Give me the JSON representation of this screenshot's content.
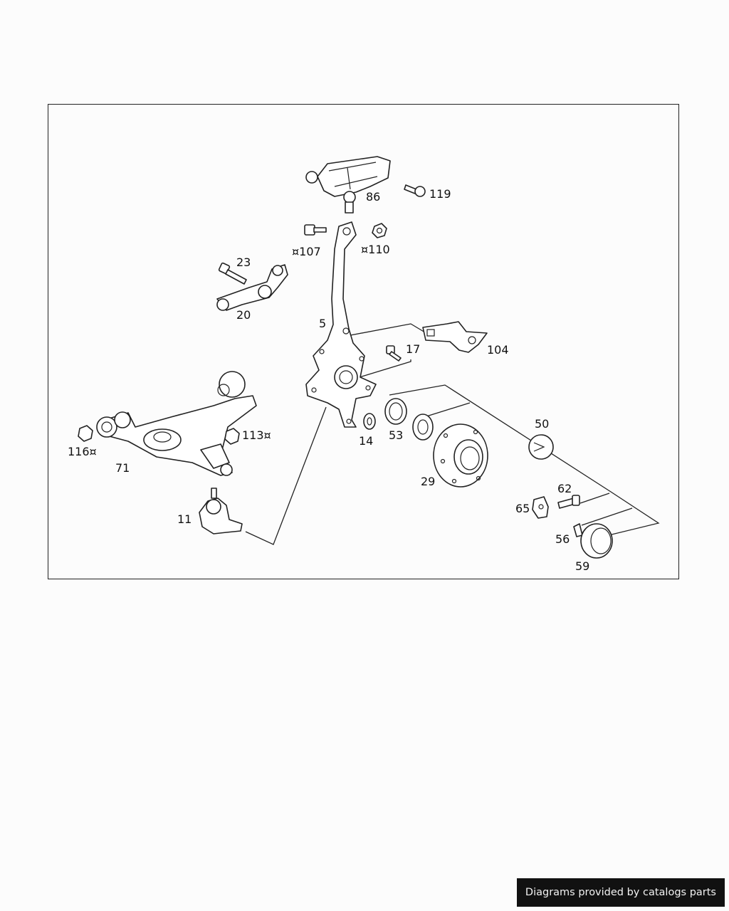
{
  "diagram": {
    "callouts": {
      "p86": "86",
      "p119": "119",
      "p107": "¤107",
      "p110": "¤110",
      "p23": "23",
      "p20": "20",
      "p5": "5",
      "p17": "17",
      "p104": "104",
      "p113": "113¤",
      "p116": "116¤",
      "p71": "71",
      "p14": "14",
      "p53": "53",
      "p50": "50",
      "p29": "29",
      "p62": "62",
      "p65": "65",
      "p56": "56",
      "p59": "59",
      "p11": "11"
    }
  },
  "footer": {
    "credit": "Diagrams provided by catalogs parts"
  }
}
